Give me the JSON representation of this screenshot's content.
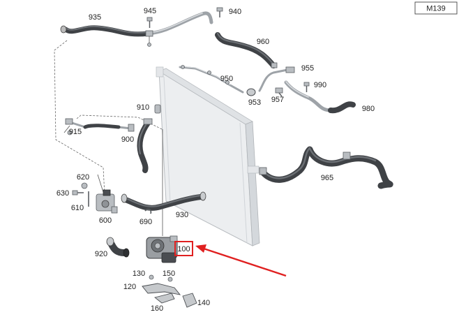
{
  "diagram_code": "M139",
  "callouts": {
    "c935": "935",
    "c945": "945",
    "c940": "940",
    "c960": "960",
    "c950": "950",
    "c955": "955",
    "c990": "990",
    "c953": "953",
    "c957": "957",
    "c980": "980",
    "c910": "910",
    "c915": "915",
    "c900": "900",
    "c965": "965",
    "c620": "620",
    "c630": "630",
    "c610": "610",
    "c600": "600",
    "c930": "930",
    "c690": "690",
    "c920": "920",
    "c100": "100",
    "c130": "130",
    "c150": "150",
    "c120": "120",
    "c140": "140",
    "c160": "160"
  },
  "colors": {
    "highlight_box": "#e02020",
    "arrow": "#e02020",
    "hose": "#3f4246",
    "radiator": "#e9ebed"
  }
}
